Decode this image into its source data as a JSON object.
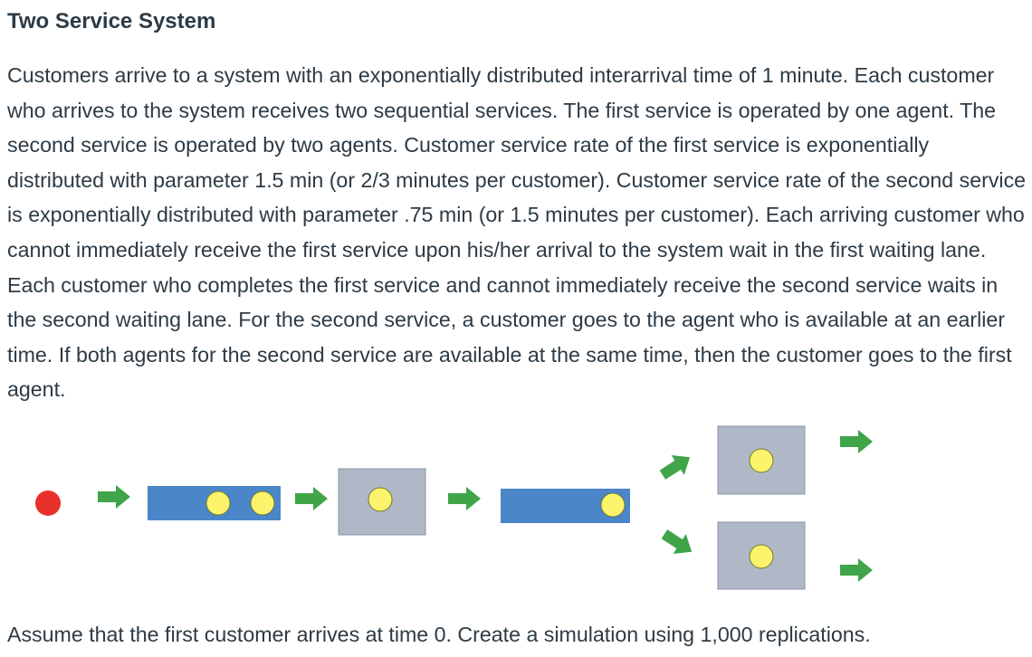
{
  "title": "Two Service System",
  "description": "Customers arrive to a system with an exponentially distributed interarrival time of 1 minute. Each customer who arrives to the system receives two sequential services. The first service is operated by one agent. The second service is operated by two agents. Customer service rate of the first service is exponentially distributed with parameter 1.5 min (or 2/3 minutes per customer). Customer service rate of the second service is exponentially distributed with parameter .75 min (or 1.5 minutes per customer). Each arriving customer who cannot immediately receive the first service upon his/her arrival to the system wait in the first waiting lane. Each customer who completes the first service and cannot immediately receive the second service waits in the second waiting lane. For the second service, a customer goes to the agent who is available at an earlier time. If both agents for the second service are available at the same time, then the customer goes to the first agent.",
  "footer": "Assume that the first customer arrives at time 0. Create a simulation using 1,000 replications.",
  "colors": {
    "arriving_customer": "#e8312b",
    "waiting_customer": "#fbf46c",
    "queue_lane": "#4a86c8",
    "service_box": "#b0b8c8",
    "arrow": "#3fa548",
    "text": "#2d3b45"
  }
}
